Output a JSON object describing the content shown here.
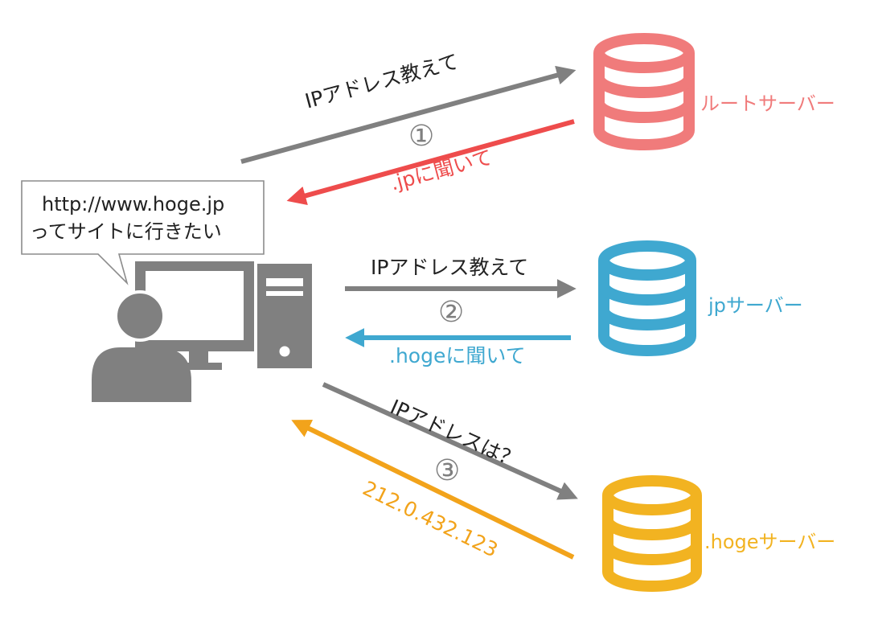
{
  "bubble": {
    "line1": "http://www.hoge.jp",
    "line2": "ってサイトに行きたい"
  },
  "servers": [
    {
      "label": "ルートサーバー",
      "color": "#f07b7b"
    },
    {
      "label": "jpサーバー",
      "color": "#3fa8d0"
    },
    {
      "label": ".hogeサーバー",
      "color": "#f2b321"
    }
  ],
  "steps": [
    {
      "number": "①",
      "request": "IPアドレス教えて",
      "response": ".jpに聞いて",
      "response_color": "#ee4c4c"
    },
    {
      "number": "②",
      "request": "IPアドレス教えて",
      "response": ".hogeに聞いて",
      "response_color": "#3fa8d0"
    },
    {
      "number": "③",
      "request": "IPアドレスは？",
      "response": "212.0.432.123",
      "response_color": "#f2a31b"
    }
  ],
  "request_color": "#808080",
  "icon_color": "#808080"
}
